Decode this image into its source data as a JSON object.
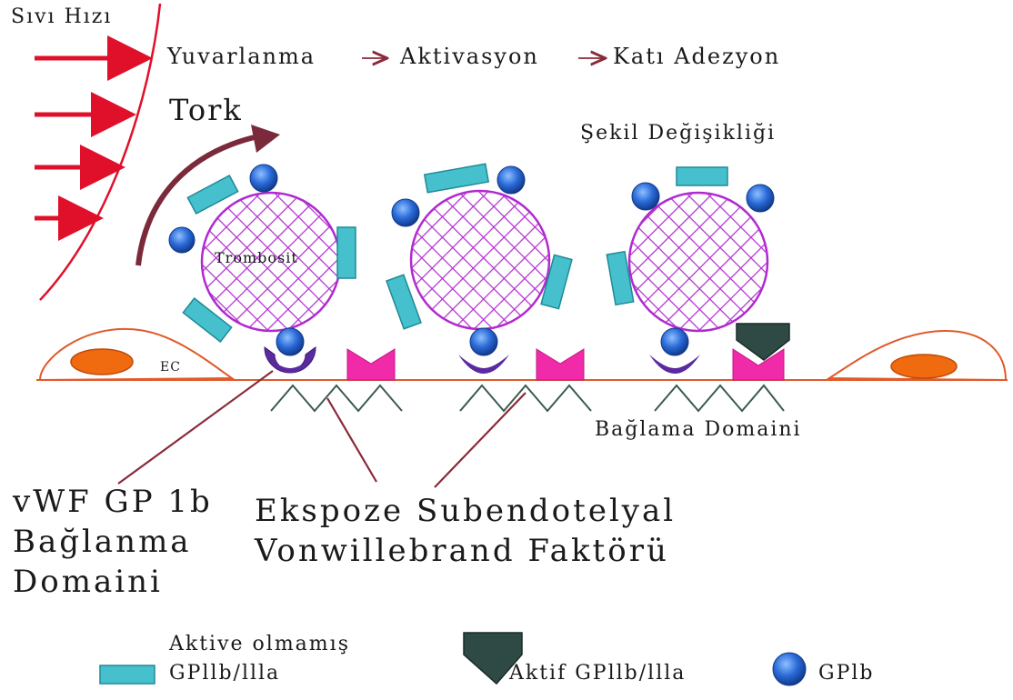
{
  "flow": {
    "title": "Sıvı Hızı"
  },
  "stages": {
    "s1": "Yuvarlanma",
    "s2": "Aktivasyon",
    "s3": "Katı Adezyon"
  },
  "torque": "Tork",
  "shape_change": "Şekil Değişikliği",
  "platelet_label": "Trombosit",
  "ec_label": "EC",
  "binding_domain": "Bağlama Domaini",
  "vwf_gp1b": {
    "line1": "vWF GP 1b",
    "line2": "Bağlanma",
    "line3": "Domaini"
  },
  "exposed": {
    "line1": "Ekspoze Subendotelyal",
    "line2": "Vonwillebrand Faktörü"
  },
  "legend": {
    "inactive_line1": "Aktive olmamış",
    "inactive_line2": "GPllb/llla",
    "active": "Aktif GPllb/llla",
    "gpib": "GPlb"
  },
  "colors": {
    "flow_red": "#e0102a",
    "torque_arrow": "#7a2a3a",
    "platelet_hatch": "#b02ad0",
    "gpib_blue": "#1f5fd0",
    "gpiib_cyan": "#46c0cc",
    "vwf_pink": "#f02aa8",
    "gp1b_purple": "#5a2aa0",
    "active_dark": "#2f4a44",
    "ec_orange": "#f06a10",
    "vessel_line": "#e05a2a",
    "leader_line": "#8a2a3a"
  }
}
